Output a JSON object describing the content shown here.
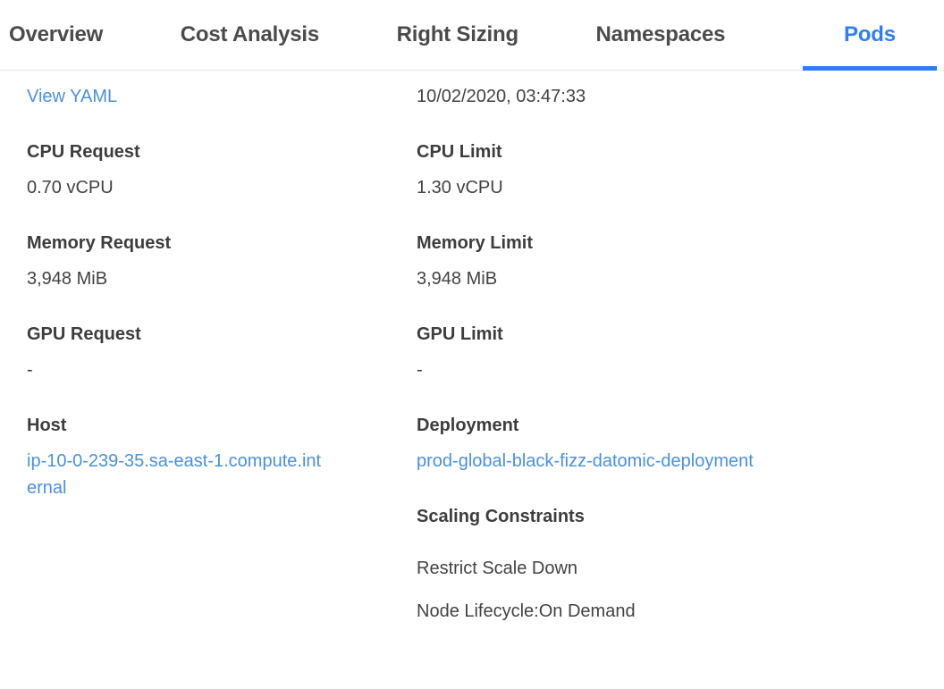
{
  "tabs": [
    {
      "label": "Overview",
      "active": false
    },
    {
      "label": "Cost Analysis",
      "active": false
    },
    {
      "label": "Right Sizing",
      "active": false
    },
    {
      "label": "Namespaces",
      "active": false
    },
    {
      "label": "Pods",
      "active": true
    }
  ],
  "detail": {
    "view_yaml_label": "View YAML",
    "timestamp": "10/02/2020, 03:47:33",
    "fields": {
      "cpu_request": {
        "label": "CPU Request",
        "value": "0.70 vCPU"
      },
      "cpu_limit": {
        "label": "CPU Limit",
        "value": "1.30 vCPU"
      },
      "memory_request": {
        "label": "Memory Request",
        "value": "3,948 MiB"
      },
      "memory_limit": {
        "label": "Memory Limit",
        "value": "3,948 MiB"
      },
      "gpu_request": {
        "label": "GPU Request",
        "value": "-"
      },
      "gpu_limit": {
        "label": "GPU Limit",
        "value": "-"
      },
      "host": {
        "label": "Host",
        "value": "ip-10-0-239-35.sa-east-1.compute.internal"
      },
      "deployment": {
        "label": "Deployment",
        "value": "prod-global-black-fizz-datomic-deployment"
      }
    },
    "scaling_constraints": {
      "label": "Scaling Constraints",
      "items": [
        "Restrict Scale Down",
        "Node Lifecycle:On Demand"
      ]
    }
  },
  "colors": {
    "accent_blue": "#2d7ff9",
    "link_blue": "#4a90e2",
    "text_dark": "#3d3d3d",
    "tab_inactive": "#4b4b4b",
    "divider": "#e7e7e7"
  }
}
